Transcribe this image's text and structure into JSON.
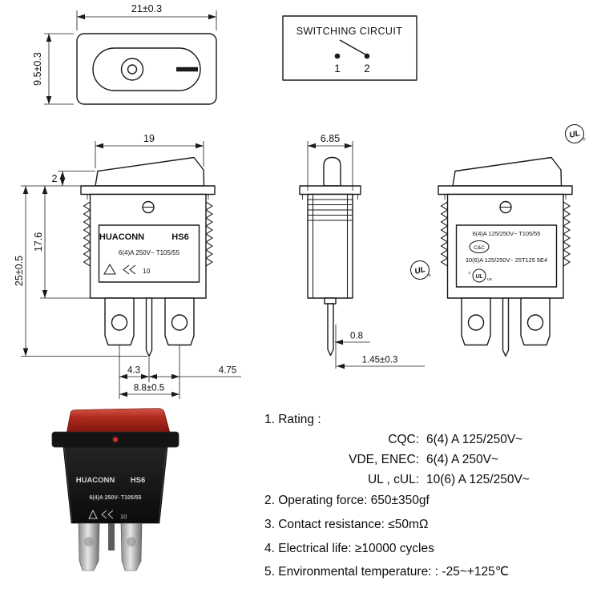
{
  "top_view": {
    "width_dim": "21±0.3",
    "height_dim": "9.5±0.3"
  },
  "circuit": {
    "title": "SWITCHING CIRCUIT",
    "t1": "1",
    "t2": "2"
  },
  "front_view": {
    "dim_top": "19",
    "dim_rocker": "2",
    "dim_body": "17.6",
    "dim_total": "25±0.5",
    "brand": "HUACONN",
    "model": "HS6",
    "rating": "6(4)A 250V~ T105/55",
    "cert_num": "10",
    "dim_a": "4.3",
    "dim_b": "4.75",
    "dim_span": "8.8±0.5"
  },
  "side_view": {
    "dim_width": "6.85",
    "dim_pin_t": "0.8",
    "dim_pin_w": "1.45±0.3"
  },
  "right_view": {
    "line1": "6(4)A 125/250V~ T105/55",
    "cqc_mark": "C&C",
    "line2": "10(6)A 125/250V~ 25T125 5E4",
    "ul": "UL",
    "ul_small_c": "c",
    "ul_small_us": "us"
  },
  "ul_badges": {
    "label": "UL",
    "reg": "®"
  },
  "photo": {
    "brand": "HUACONN",
    "model": "HS6",
    "rating": "6(4)A 250V- T105/55",
    "cert_num": "10"
  },
  "specs": {
    "item1": "1. Rating :",
    "ratings": [
      {
        "label": "CQC:",
        "value": "6(4) A 125/250V~"
      },
      {
        "label": "VDE, ENEC:",
        "value": "6(4) A 250V~"
      },
      {
        "label": "UL , cUL:",
        "value": "10(6) A 125/250V~"
      }
    ],
    "item2": "2. Operating force: 650±350gf",
    "item3": "3. Contact resistance:  ≤50mΩ",
    "item4": "4. Electrical life: ≥10000 cycles",
    "item5": "5. Environmental temperature: : -25~+125℃"
  },
  "colors": {
    "dot_red": "#cf2b20",
    "line": "#1a1a1a"
  }
}
